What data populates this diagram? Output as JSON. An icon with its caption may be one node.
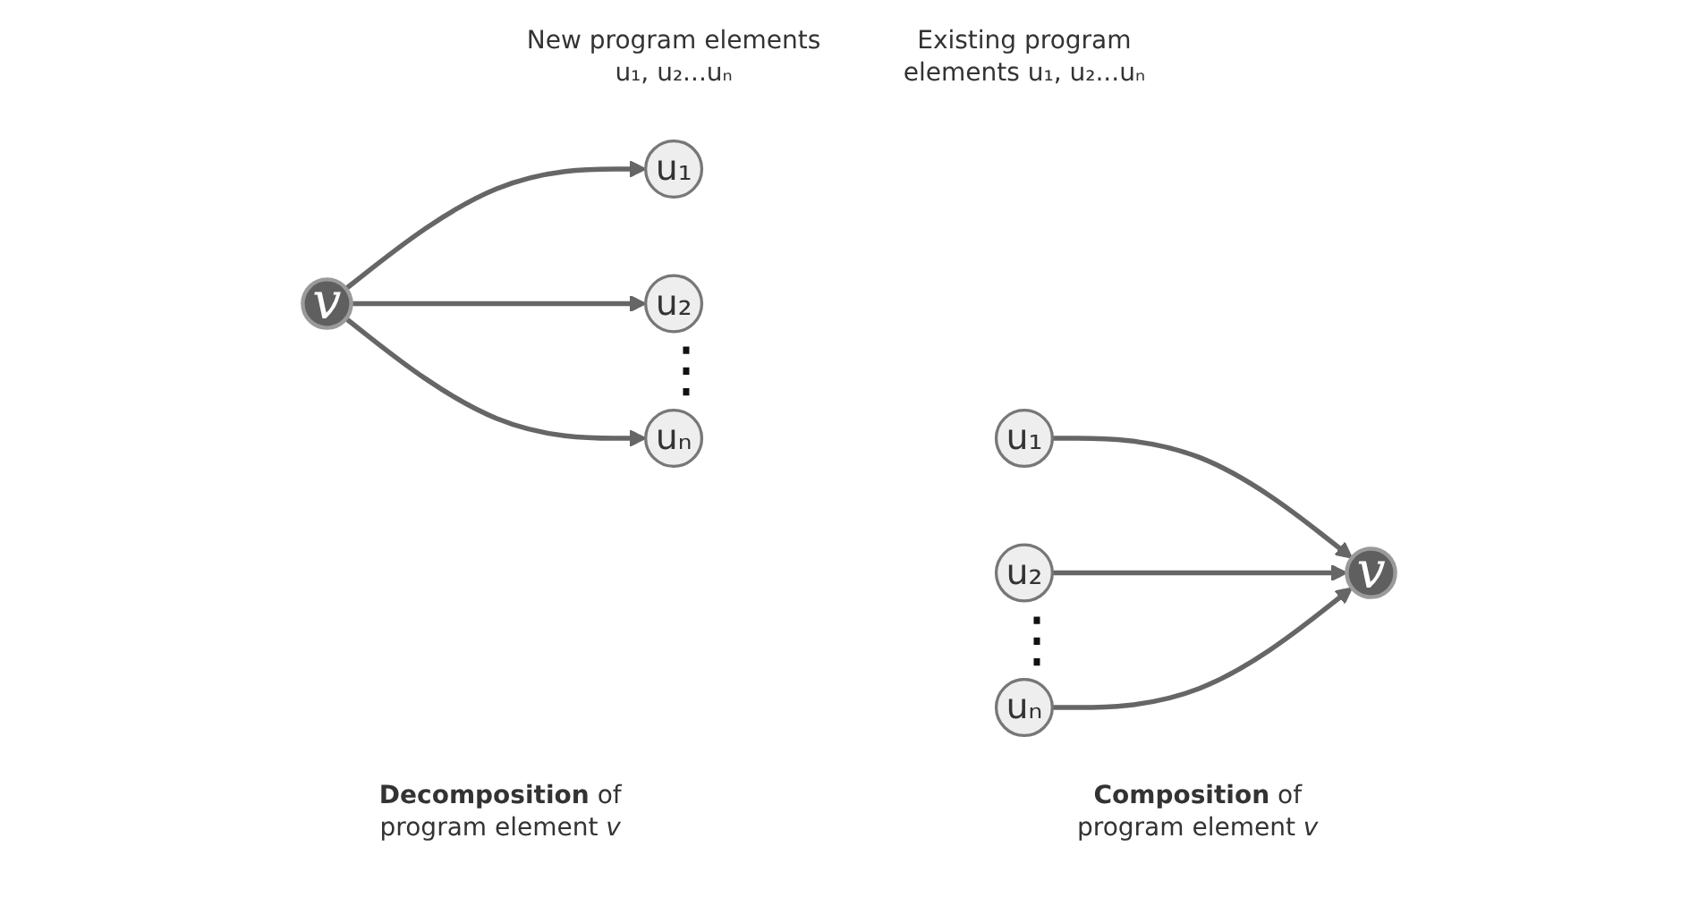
{
  "diagram": {
    "nodes": [
      {
        "text": [
          "v"
        ]
      },
      {
        "text": [
          "u₁"
        ]
      },
      {
        "text": [
          "u₂"
        ]
      },
      {
        "text": [
          "uₙ"
        ]
      },
      {
        "text": [
          "u₁"
        ]
      },
      {
        "text": [
          "u₂"
        ]
      },
      {
        "text": [
          "uₙ"
        ]
      },
      {
        "text": [
          "v"
        ]
      }
    ],
    "edges": [
      {
        "from": 0,
        "to": 1,
        "arrow": "to"
      },
      {
        "from": 0,
        "to": 2,
        "arrow": "to"
      },
      {
        "from": 0,
        "to": 3,
        "arrow": "to"
      },
      {
        "from": 4,
        "to": 7,
        "arrow": "to"
      },
      {
        "from": 5,
        "to": 7,
        "arrow": "to"
      },
      {
        "from": 6,
        "to": 7,
        "arrow": "to"
      }
    ],
    "labels": [
      "New program elements u₁, u₂...uₙ",
      "Existing program elements u₁, u₂...uₙ",
      "⋮",
      "⋮",
      "**Decomposition** of program element *v*",
      "**Composition** of program element *v*"
    ]
  }
}
